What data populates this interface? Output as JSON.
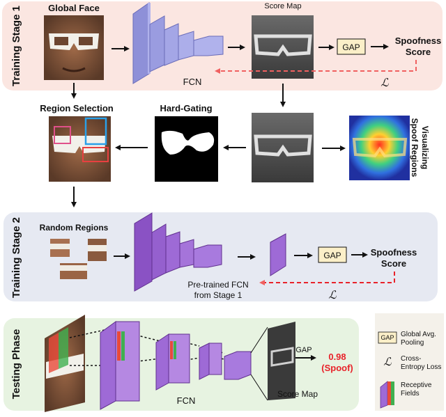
{
  "stages": {
    "stage1": {
      "label": "Training Stage 1",
      "fill": "#fbe6e1"
    },
    "stage2": {
      "label": "Training Stage 2",
      "fill": "#e6e9f2"
    },
    "testing": {
      "label": "Testing Phase",
      "fill": "#e7f3e1"
    }
  },
  "stage1": {
    "global_face": "Global Face",
    "score_map": "Score Map",
    "fcn": "FCN",
    "gap": "GAP",
    "spoofness_score_line1": "Spoofness",
    "spoofness_score_line2": "Score",
    "loss": "ℒ"
  },
  "middle": {
    "region_selection": "Region Selection",
    "hard_gating": "Hard-Gating",
    "visualizing_line1": "Visualizing",
    "visualizing_line2": "Spoof Regions"
  },
  "stage2": {
    "random_regions": "Random Regions",
    "gap": "GAP",
    "spoofness_score_line1": "Spoofness",
    "spoofness_score_line2": "Score",
    "pretrained_line1": "Pre-trained FCN",
    "pretrained_line2": "from Stage 1",
    "loss": "ℒ"
  },
  "testing": {
    "fcn": "FCN",
    "gap": "GAP",
    "score_map": "Score Map",
    "result_value": "0.98",
    "result_label": "(Spoof)"
  },
  "legend": {
    "gap_badge": "GAP",
    "gap_line1": "Global Avg.",
    "gap_line2": "Pooling",
    "loss_symbol": "ℒ",
    "loss_line1": "Cross-",
    "loss_line2": "Entropy Loss",
    "rf_line1": "Receptive",
    "rf_line2": "Fields"
  },
  "colors": {
    "fcn_stage1": "#b0b2ec",
    "fcn_stage2": "#9e6ad6",
    "gap_box": "#fbefc8",
    "loss_arrow": "#f06060",
    "result": "#e8222a"
  }
}
